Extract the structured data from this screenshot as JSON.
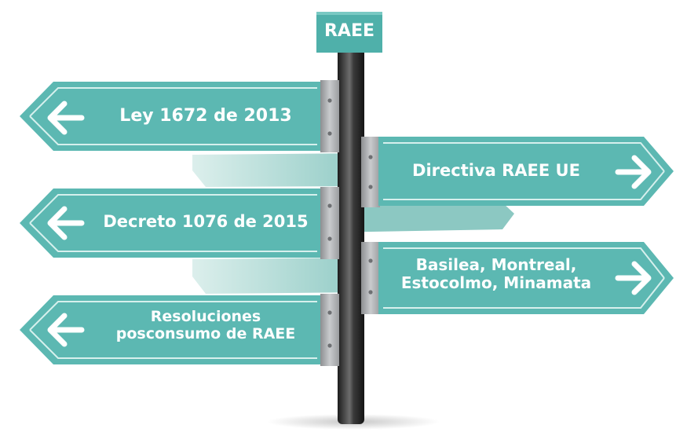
{
  "diagram": {
    "pole_label": "RAEE",
    "signs": [
      {
        "id": "ley",
        "direction": "left",
        "lines": [
          "Ley 1672 de 2013"
        ]
      },
      {
        "id": "directiva",
        "direction": "right",
        "lines": [
          "Directiva RAEE UE"
        ]
      },
      {
        "id": "decreto",
        "direction": "left",
        "lines": [
          "Decreto 1076 de 2015"
        ]
      },
      {
        "id": "basilea",
        "direction": "right",
        "lines": [
          "Basilea, Montreal,",
          "Estocolmo, Minamata"
        ]
      },
      {
        "id": "resoluciones",
        "direction": "left",
        "lines": [
          "Resoluciones",
          "posconsumo de RAEE"
        ]
      }
    ]
  },
  "colors": {
    "sign_teal": "#5cb8b2",
    "sign_teal_light": "#7ccac4",
    "sign_teal_dark": "#3f9892",
    "sign_back": "#a9d9d4",
    "pole_dark": "#2c2c2c",
    "bracket_gray": "#a7a9ac",
    "label_text": "#ffffff"
  },
  "icons": [
    "arrow-left-icon",
    "arrow-right-icon"
  ]
}
